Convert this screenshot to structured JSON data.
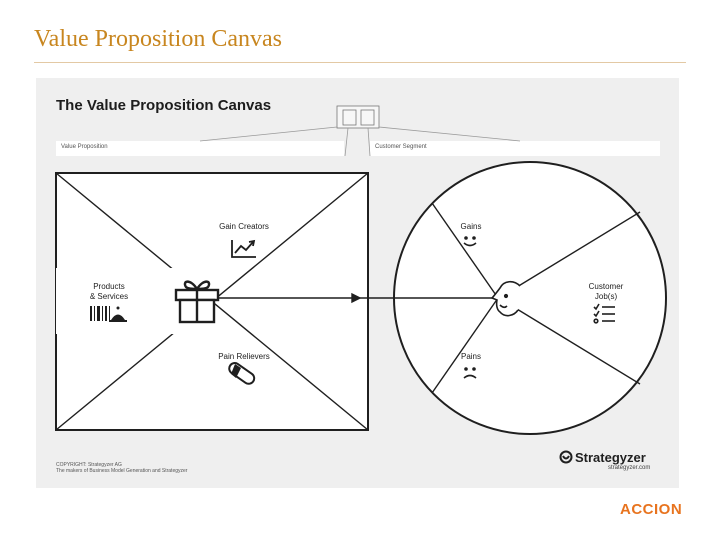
{
  "slide": {
    "title": "Value Proposition Canvas"
  },
  "canvas": {
    "heading": "The Value Proposition Canvas",
    "value_proposition_field": "Value Proposition",
    "customer_segment_field": "Customer Segment",
    "value_map": {
      "gain_creators": "Gain Creators",
      "products_services": "Products\n& Services",
      "pain_relievers": "Pain Relievers"
    },
    "customer_profile": {
      "gains": "Gains",
      "customer_jobs": "Customer\nJob(s)",
      "pains": "Pains"
    },
    "copyright": "COPYRIGHT: Strategyzer AG\nThe makers of Business Model Generation and Strategyzer",
    "brand": "Strategyzer",
    "brand_url": "strategyzer.com"
  },
  "footer": {
    "logo": "ACCION"
  },
  "colors": {
    "title": "#c8861f",
    "logo": "#e8741f",
    "panel": "#efefef",
    "ink": "#1d1d1d"
  },
  "icons": [
    "gift-icon",
    "chart-icon",
    "pill-icon",
    "barcode-icon",
    "cloche-icon",
    "smile-icon",
    "frown-icon",
    "face-profile-icon",
    "checklist-icon",
    "strategyzer-logo-icon",
    "canvas-connector-icon"
  ]
}
